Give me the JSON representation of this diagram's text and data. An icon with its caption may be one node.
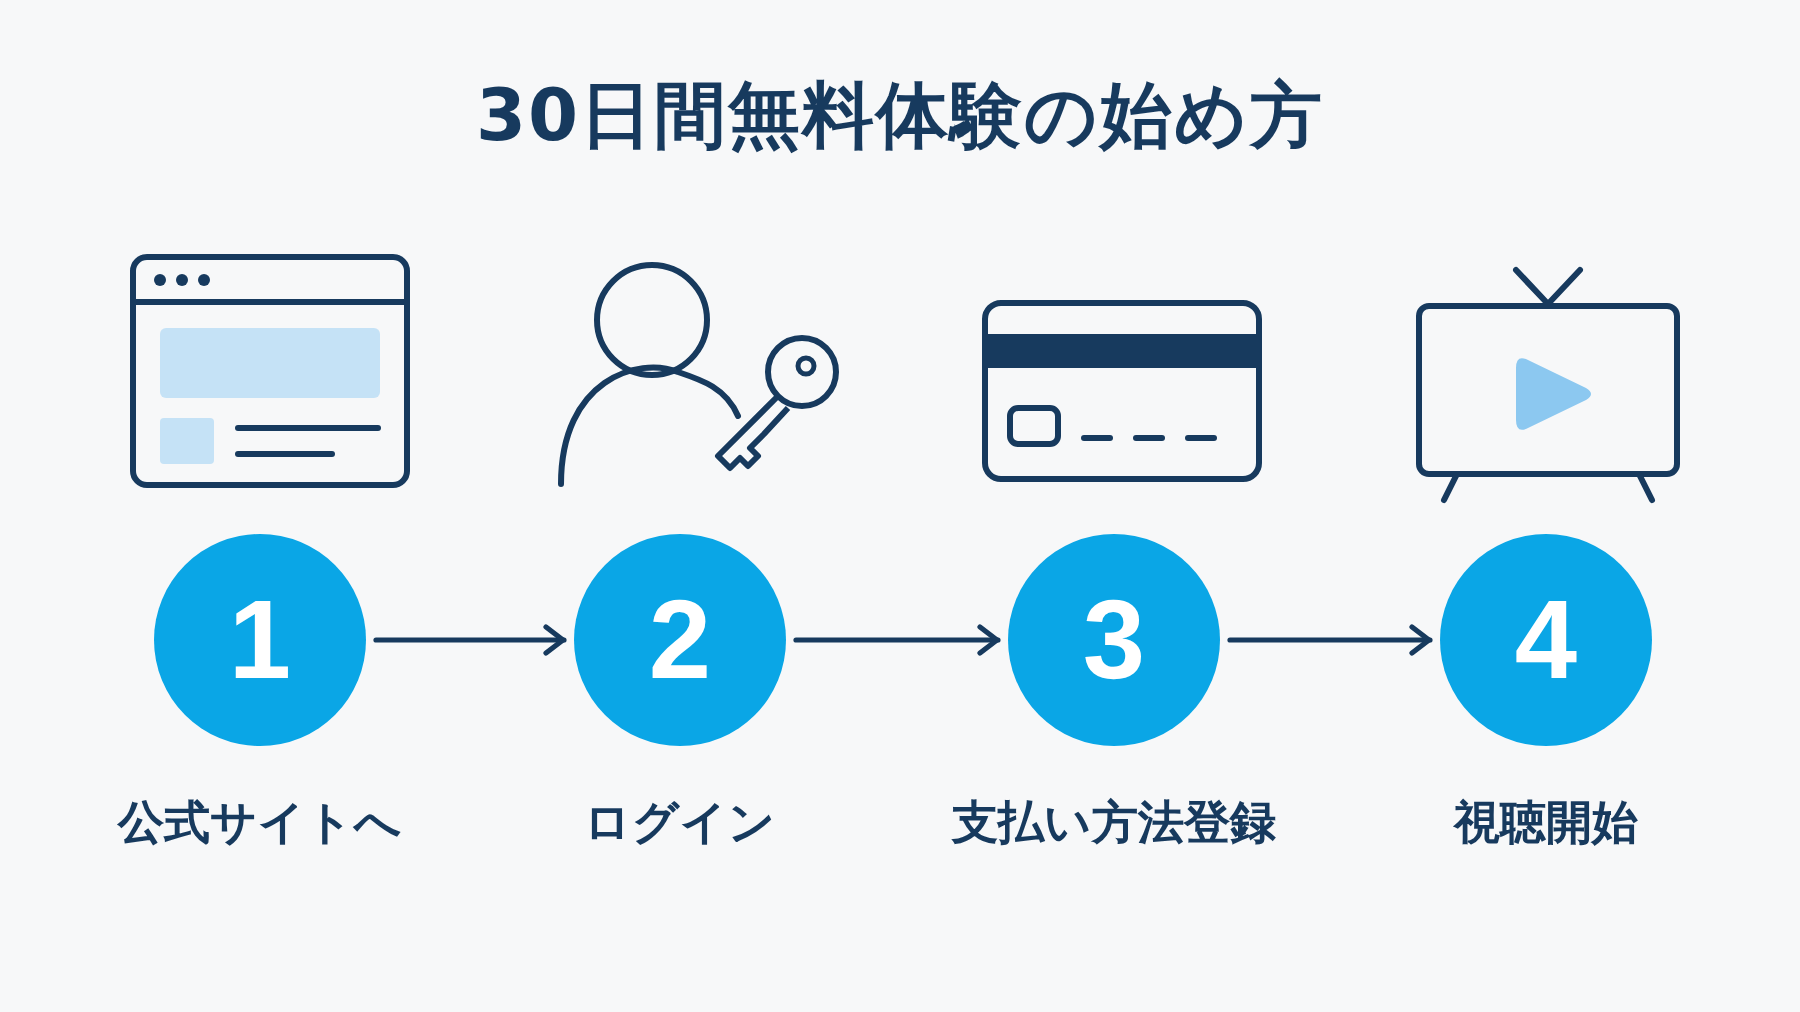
{
  "diagram": {
    "title": "30日間無料体験の始め方",
    "nodes": [
      {
        "text": [
          "1"
        ],
        "beside": [
          "公式サイトへ"
        ]
      },
      {
        "text": [
          "2"
        ],
        "beside": [
          "ログイン"
        ]
      },
      {
        "text": [
          "3"
        ],
        "beside": [
          "支払い方法登録"
        ]
      },
      {
        "text": [
          "4"
        ],
        "beside": [
          "視聴開始"
        ]
      }
    ],
    "edges": [
      {
        "from": 0,
        "to": 1,
        "arrow": "to"
      },
      {
        "from": 1,
        "to": 2,
        "arrow": "to"
      },
      {
        "from": 2,
        "to": 3,
        "arrow": "to"
      }
    ]
  }
}
